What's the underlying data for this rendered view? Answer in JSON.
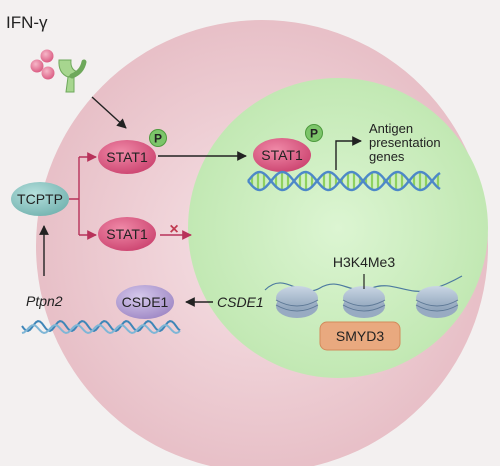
{
  "labels": {
    "ifn": "IFN-γ",
    "stat1_active": "STAT1",
    "stat1_nucleus": "STAT1",
    "stat1_inactive": "STAT1",
    "tcptp": "TCPTP",
    "ptpn2": "Ptpn2",
    "csde1_protein": "CSDE1",
    "csde1_gene": "CSDE1",
    "h3k4me3": "H3K4Me3",
    "smyd3": "SMYD3",
    "phospho_1": "P",
    "phospho_2": "P",
    "antigen_line1": "Antigen",
    "antigen_line2": "presentation",
    "antigen_line3": "genes",
    "block_mark": "×"
  },
  "colors": {
    "cell": "#ecc9cf",
    "nucleus": "#cdeec0",
    "stat1": "#d9507a",
    "tcptp": "#8ec7c4",
    "csde1": "#b9a6d6",
    "smyd3": "#e9a97f",
    "phospho": "#7cc56a",
    "inhibit": "#b8325a",
    "dna_strand": "#4d88c8",
    "dna_rung": "#8fd15f"
  }
}
